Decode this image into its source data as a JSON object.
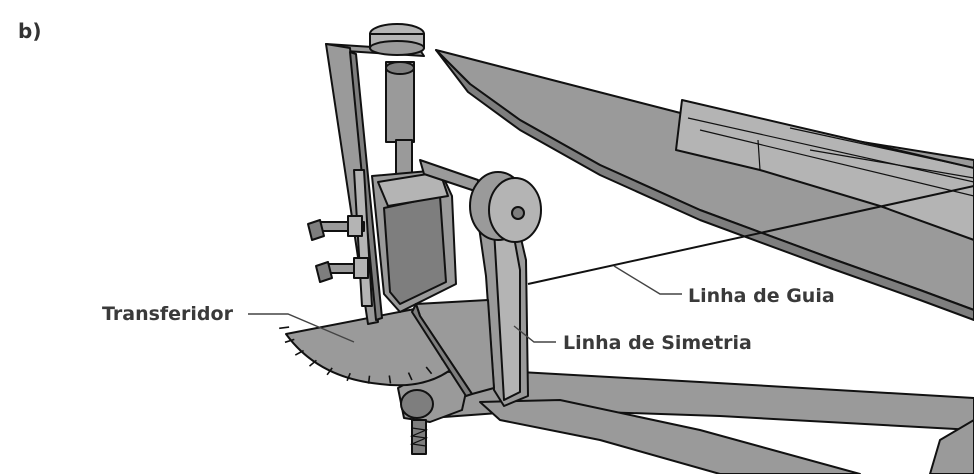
{
  "panel_label": "b)",
  "labels": {
    "protractor": "Transferidor",
    "guide_line": "Linha de Guia",
    "symmetry_line": "Linha de Simetria"
  }
}
